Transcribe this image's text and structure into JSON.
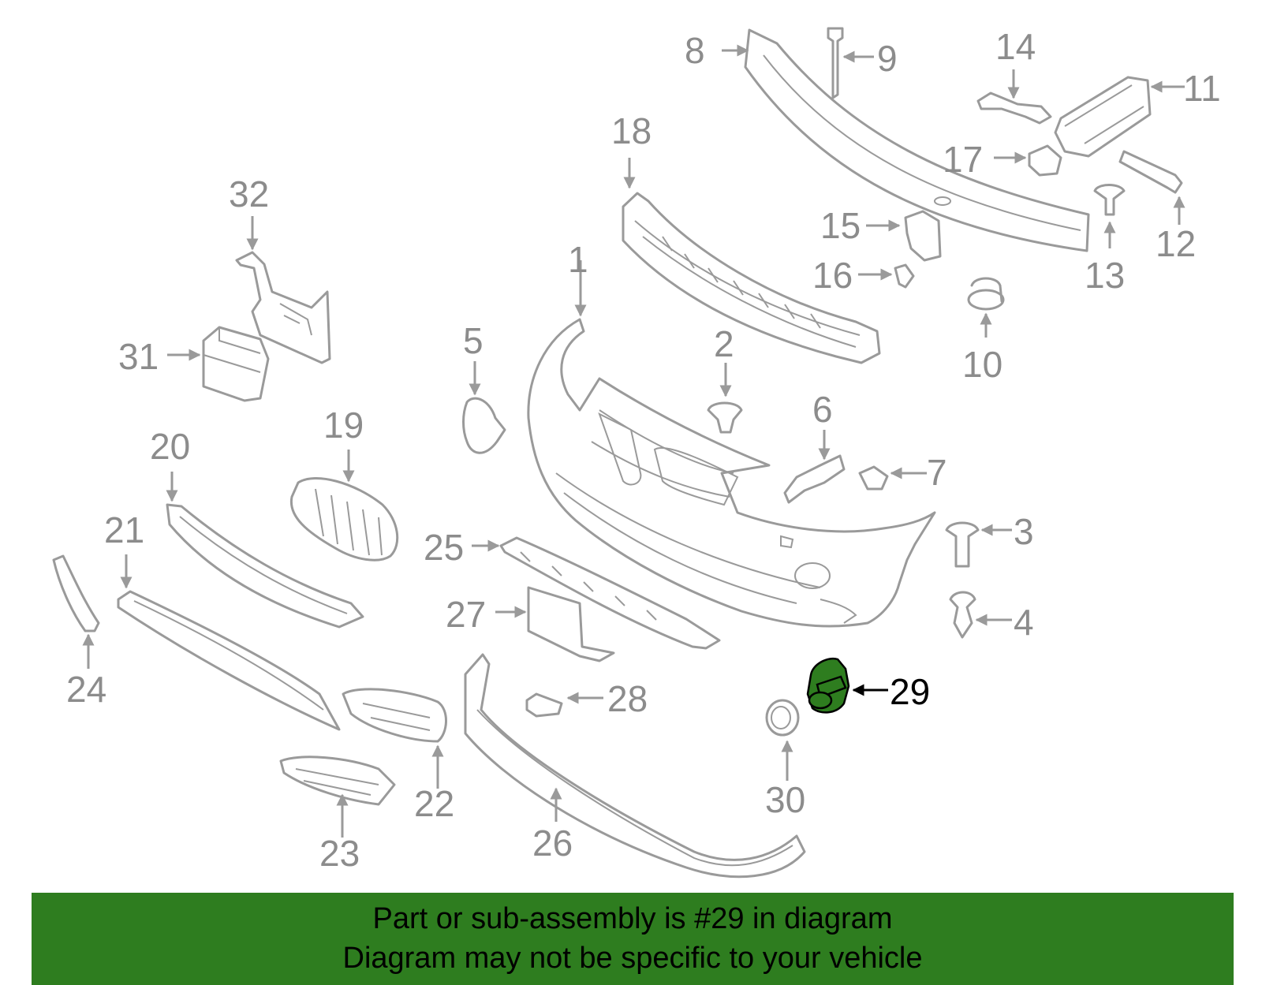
{
  "diagram": {
    "highlight_color": "#2e7d1f",
    "line_color": "#9a9a9a",
    "highlighted_part": "29",
    "callouts": [
      "1",
      "2",
      "3",
      "4",
      "5",
      "6",
      "7",
      "8",
      "9",
      "10",
      "11",
      "12",
      "13",
      "14",
      "15",
      "16",
      "17",
      "18",
      "19",
      "20",
      "21",
      "22",
      "23",
      "24",
      "25",
      "26",
      "27",
      "28",
      "29",
      "30",
      "31",
      "32"
    ]
  },
  "banner": {
    "background": "#2e7d1f",
    "line1": "Part or sub-assembly is #29 in diagram",
    "line2": "Diagram may not be specific to your vehicle"
  }
}
